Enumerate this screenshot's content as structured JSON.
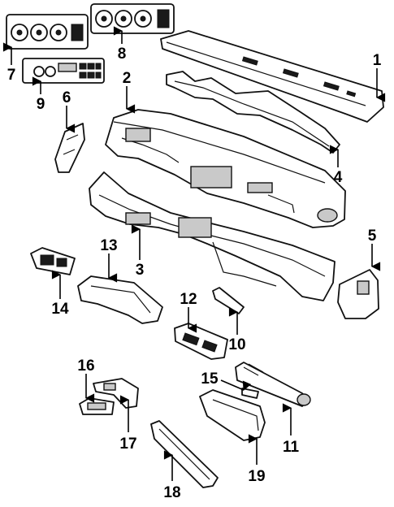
{
  "callouts": {
    "c1": "1",
    "c2": "2",
    "c3": "3",
    "c4": "4",
    "c5": "5",
    "c6": "6",
    "c7": "7",
    "c8": "8",
    "c9": "9",
    "c10": "10",
    "c11": "11",
    "c12": "12",
    "c13": "13",
    "c14": "14",
    "c15": "15",
    "c16": "16",
    "c17": "17",
    "c18": "18",
    "c19": "19"
  },
  "colors": {
    "line": "#111111",
    "shade": "#c9c9c9",
    "background": "#ffffff"
  }
}
